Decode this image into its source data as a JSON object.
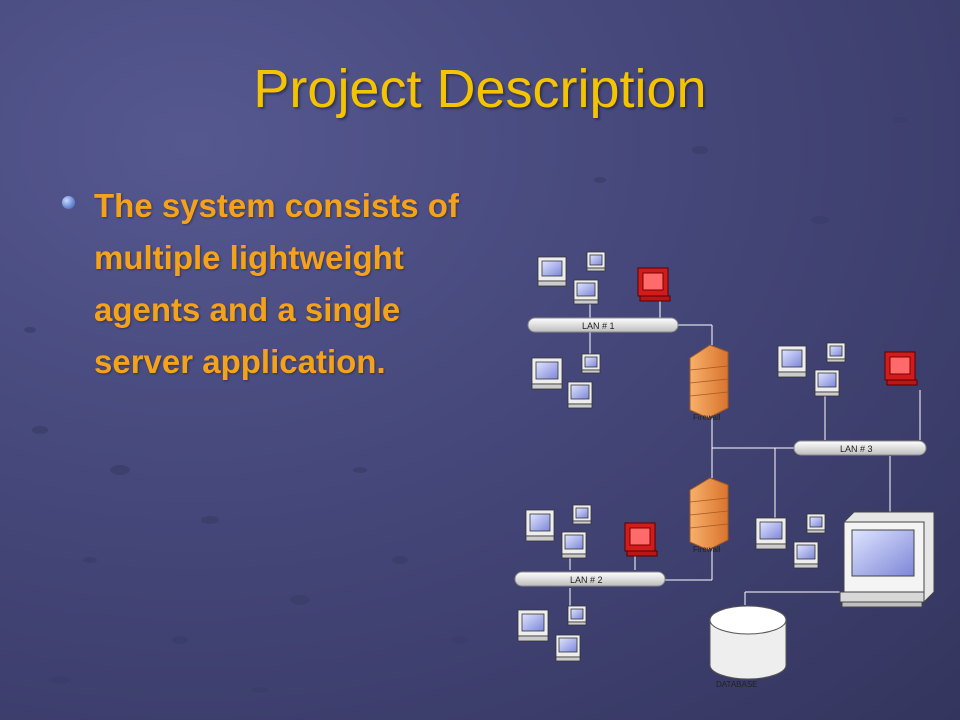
{
  "slide": {
    "title": "Project Description",
    "bullets": [
      "The system consists of multiple lightweight agents and a single server application."
    ]
  },
  "diagram": {
    "lan1": "LAN # 1",
    "lan2": "LAN # 2",
    "lan3": "LAN # 3",
    "firewall1": "Firewall",
    "firewall2": "Firewall",
    "database": "DATABASE"
  },
  "colors": {
    "title": "#f5c400",
    "bullet_text": "#f5a21b",
    "background": "#45477a",
    "agent_red": "#d21c1c"
  }
}
